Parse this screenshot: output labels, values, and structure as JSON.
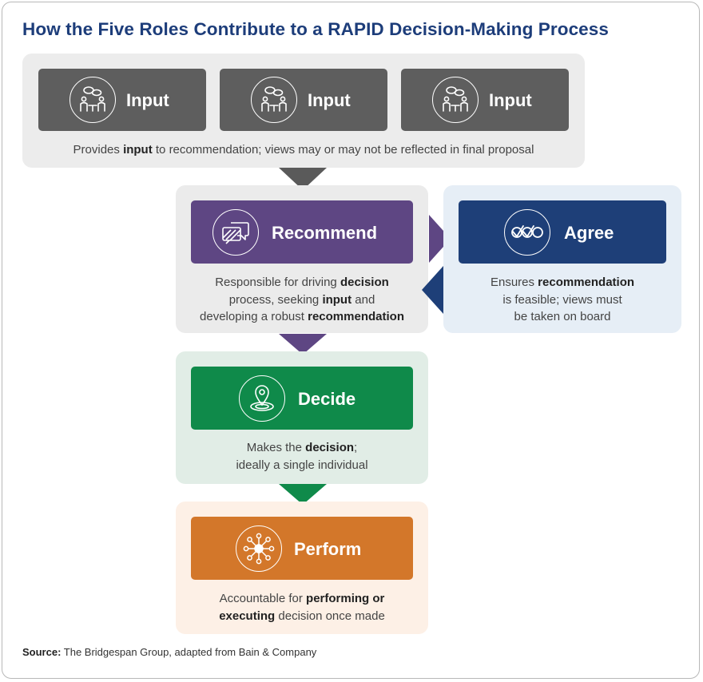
{
  "title": "How the Five Roles Contribute to a RAPID Decision-Making Process",
  "input": {
    "tiles": [
      {
        "label": "Input",
        "icon": "meeting-icon"
      },
      {
        "label": "Input",
        "icon": "meeting-icon"
      },
      {
        "label": "Input",
        "icon": "meeting-icon"
      }
    ],
    "desc": {
      "p1": "Provides ",
      "b1": "input",
      "p2": " to recommendation; views may or may not be reflected in final proposal"
    }
  },
  "recommend": {
    "label": "Recommend",
    "icon": "speech-bubbles-icon",
    "desc": {
      "p1": "Responsible for driving ",
      "b1": "decision",
      "p2": "process, seeking ",
      "b2": "input",
      "p3": " and",
      "p4": "developing a robust ",
      "b3": "recommendation"
    }
  },
  "agree": {
    "label": "Agree",
    "icon": "checkmarks-icon",
    "desc": {
      "p1": "Ensures ",
      "b1": "recommendation",
      "p2": "is feasible; views must",
      "p3": "be taken on board"
    }
  },
  "decide": {
    "label": "Decide",
    "icon": "location-pin-icon",
    "desc": {
      "p1": "Makes the ",
      "b1": "decision",
      "p2": ";",
      "p3": "ideally a single individual"
    }
  },
  "perform": {
    "label": "Perform",
    "icon": "network-hub-icon",
    "desc": {
      "p1": "Accountable for ",
      "b1": "performing or",
      "b2": "executing",
      "p2": " decision once made"
    }
  },
  "source": {
    "label": "Source:",
    "text": " The Bridgespan Group, adapted from Bain & Company"
  },
  "colors": {
    "title": "#1d3d7a",
    "input": "#5e5e5e",
    "recommend": "#5e4683",
    "agree": "#1e3f78",
    "decide": "#0f8a4a",
    "perform": "#d3772a",
    "input_panel": "#ececec",
    "recommend_panel": "#ebebeb",
    "agree_panel": "#e6eef6",
    "decide_panel": "#e1ede6",
    "perform_panel": "#fdf0e6"
  }
}
